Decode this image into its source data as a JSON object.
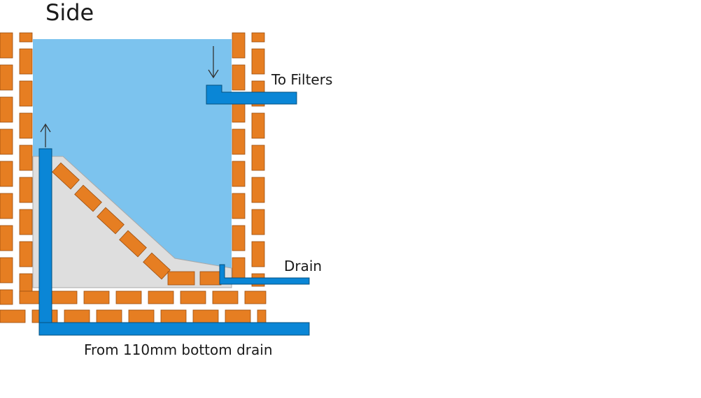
{
  "diagram": {
    "title": "Side",
    "labels": {
      "to_filters": "To Filters",
      "drain": "Drain",
      "bottom_drain": "From 110mm bottom drain"
    },
    "colors": {
      "water": "#7cc3ee",
      "brick": "#e67e22",
      "brick_outline": "#9a4e10",
      "pipe": "#0a86d6",
      "pipe_outline": "#05507f",
      "concrete": "#dedede",
      "concrete_outline": "#a9a9a9",
      "arrow": "#333333"
    },
    "icons": {
      "filter_outlet_arrow": "arrow-down-icon",
      "bottom_drain_arrow": "arrow-up-icon"
    }
  }
}
